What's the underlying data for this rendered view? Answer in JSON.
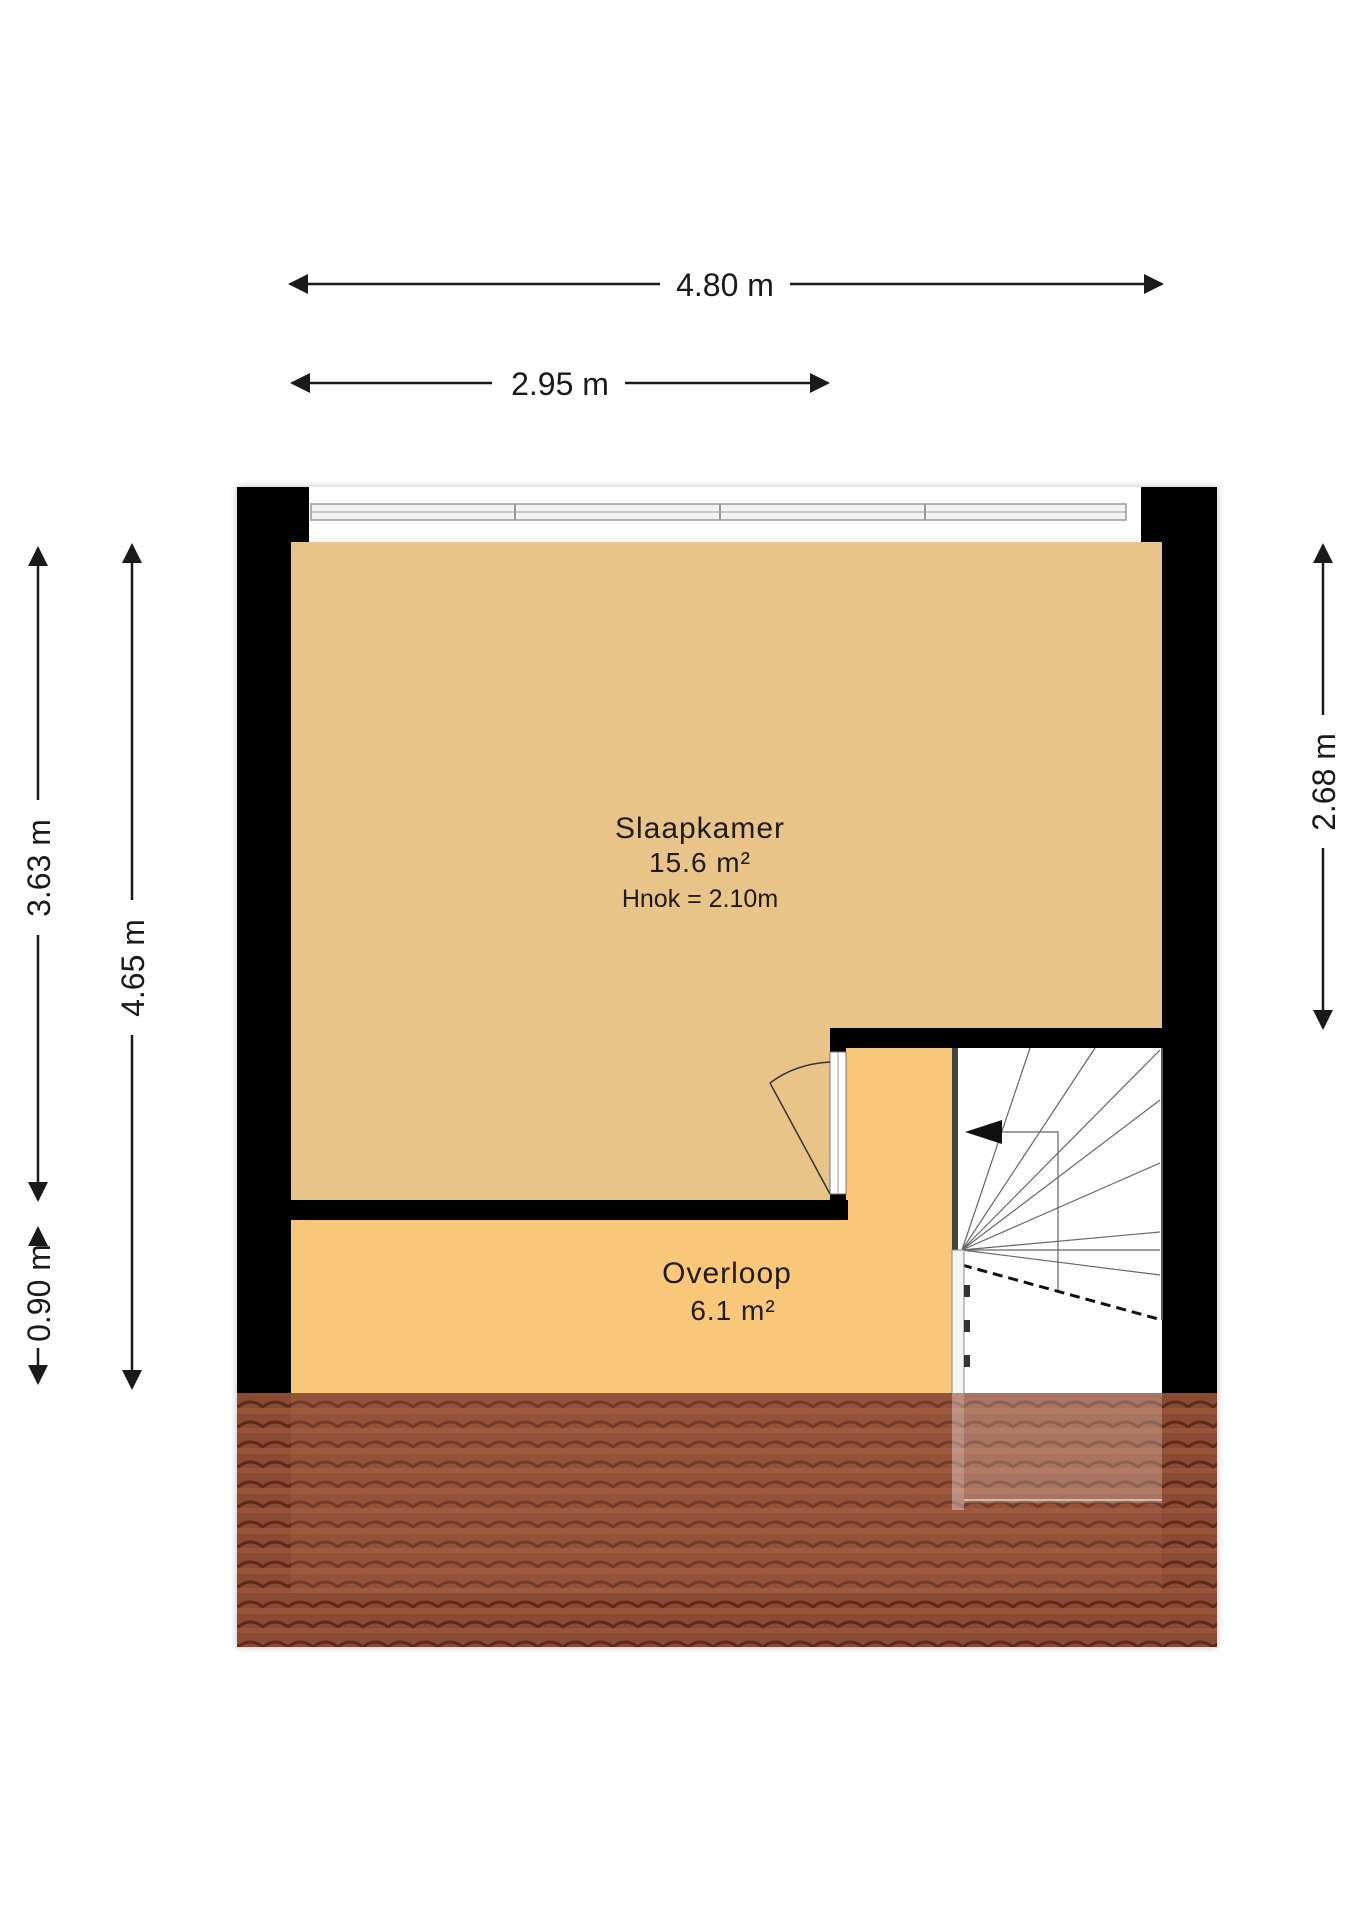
{
  "dimensions": {
    "total_width": "4.80 m",
    "partial_width": "2.95 m",
    "left_upper": "3.63 m",
    "left_lower": "0.90 m",
    "left_total": "4.65 m",
    "right_height": "2.68 m"
  },
  "rooms": {
    "slaapkamer": {
      "name": "Slaapkamer",
      "area": "15.6 m²",
      "note": "Hnok = 2.10m",
      "color": "#e9c488"
    },
    "overloop": {
      "name": "Overloop",
      "area": "6.1 m²",
      "color": "#f8c77a"
    }
  },
  "colors": {
    "wall": "#000000",
    "roof_tile": "#8a4a33",
    "stair": "#ffffff"
  }
}
